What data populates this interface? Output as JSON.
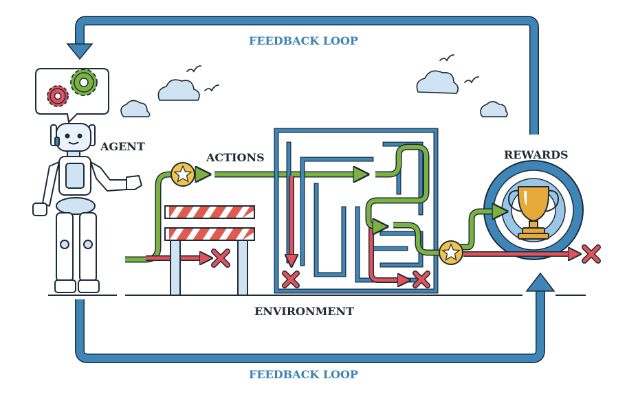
{
  "labels": {
    "feedback_top": "FEEDBACK LOOP",
    "feedback_bottom": "FEEDBACK LOOP",
    "agent": "AGENT",
    "actions": "ACTIONS",
    "rewards": "REWARDS",
    "environment": "ENVIRONMENT"
  },
  "colors": {
    "loop_blue": "#3f86b8",
    "light_blue": "#9cc6e6",
    "action_green": "#7bb342",
    "fail_red": "#e0535a",
    "star_yellow": "#f3c44a",
    "trophy_gold": "#e7a93a",
    "outline": "#1f2a36",
    "barrier_red": "#e05a4f"
  },
  "icons": [
    "gears-icon",
    "robot-icon",
    "cloud-icon",
    "bird-icon",
    "star-icon",
    "barrier-icon",
    "maze-icon",
    "trophy-icon",
    "cross-icon"
  ]
}
